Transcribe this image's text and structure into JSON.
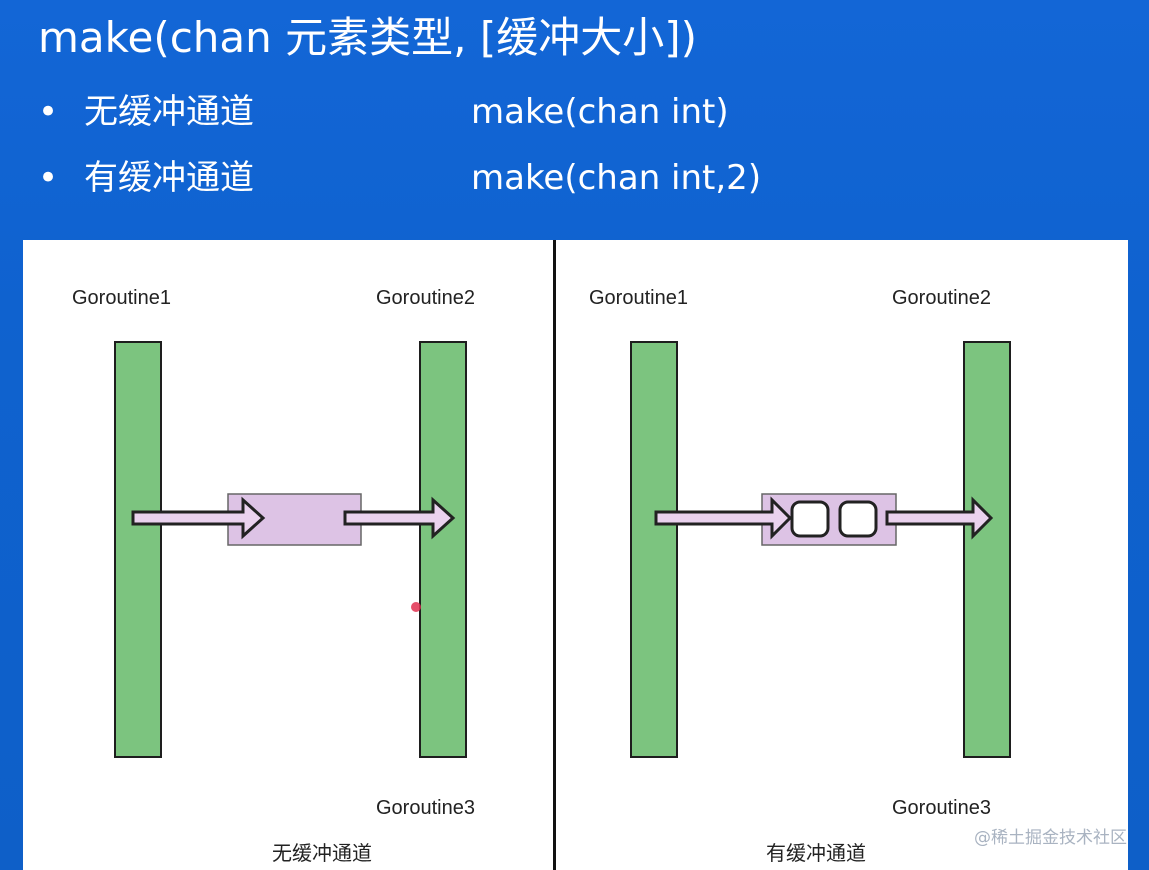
{
  "slide": {
    "title": "make(chan 元素类型, [缓冲大小])",
    "bullets": [
      {
        "dot": "•",
        "label": "无缓冲通道",
        "code": "make(chan int)"
      },
      {
        "dot": "•",
        "label": "有缓冲通道",
        "code": "make(chan int,2)"
      }
    ]
  },
  "diagrams": {
    "left": {
      "goroutine_1": "Goroutine1",
      "goroutine_2": "Goroutine2",
      "goroutine_3": "Goroutine3",
      "caption": "无缓冲通道"
    },
    "right": {
      "goroutine_1": "Goroutine1",
      "goroutine_2": "Goroutine2",
      "goroutine_3": "Goroutine3",
      "caption": "有缓冲通道"
    }
  },
  "watermark": "@稀土掘金技术社区",
  "colors": {
    "background": "#0f63cf",
    "goroutine_bar": "#7cc47f",
    "channel_box": "#ddc3e5",
    "arrow_fill": "#ead2ee"
  }
}
